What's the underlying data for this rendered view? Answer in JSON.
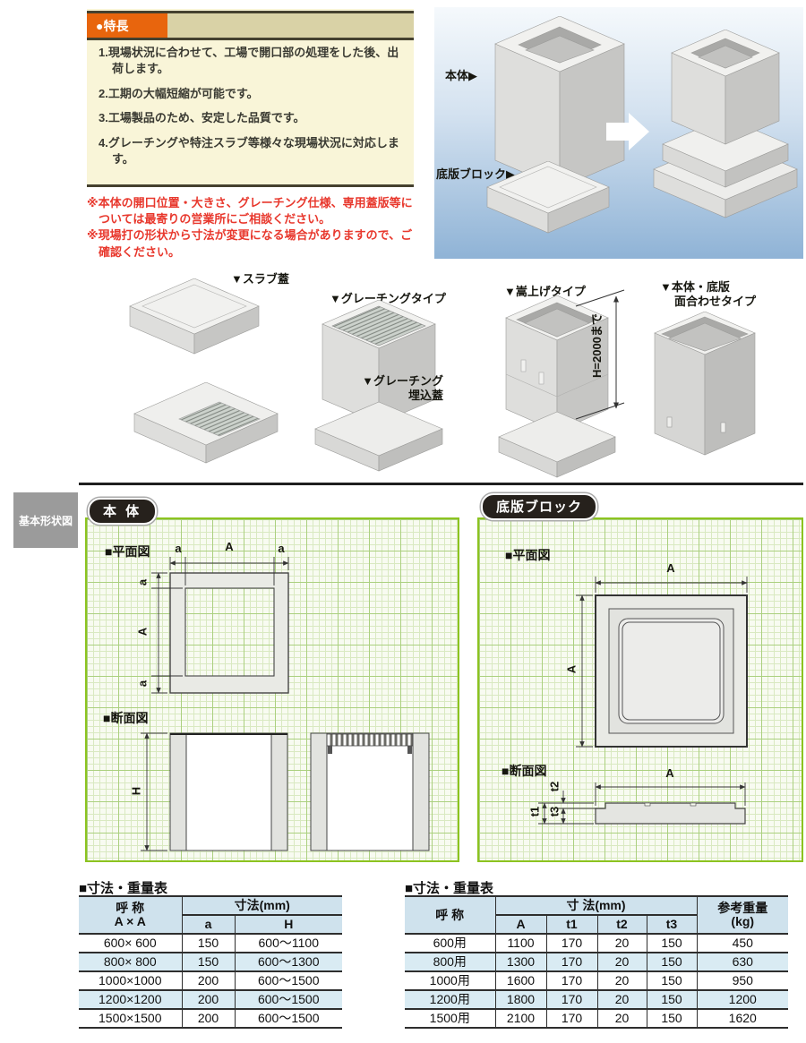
{
  "features": {
    "title": "●特長",
    "items": [
      "1.現場状況に合わせて、工場で開口部の処理をした後、出荷します。",
      "2.工期の大幅短縮が可能です。",
      "3.工場製品のため、安定した品質です。",
      "4.グレーチングや特注スラブ等様々な現場状況に対応します。"
    ]
  },
  "notes": [
    "※本体の開口位置・大きさ、グレーチング仕様、専用蓋版等については最寄りの営業所にご相談ください。",
    "※現場打の形状から寸法が変更になる場合がありますので、ご確認ください。"
  ],
  "hero": {
    "body_label": "本体▶",
    "base_label": "底版ブロック▶"
  },
  "variants": {
    "slab_cover": "▼スラブ蓋",
    "grating_type": "▼グレーチングタイプ",
    "grating_embedded_1": "▼グレーチング",
    "grating_embedded_2": "埋込蓋",
    "raised": "▼嵩上げタイプ",
    "raised_dim": "H=2000まで",
    "flush_1": "▼本体・底版",
    "flush_2": "面合わせタイプ"
  },
  "section_tab": "基本形状図",
  "panels": {
    "body": {
      "title": "本 体",
      "plan": "■平面図",
      "section": "■断面図",
      "dims": {
        "a": "a",
        "A": "A",
        "H": "H"
      }
    },
    "base": {
      "title": "底版ブロック",
      "plan": "■平面図",
      "section": "■断面図",
      "dims": {
        "A": "A",
        "t1": "t1",
        "t2": "t2",
        "t3": "t3"
      }
    }
  },
  "tables": {
    "body": {
      "title": "■寸法・重量表",
      "h_name_1": "呼  称",
      "h_name_2": "A × A",
      "h_dim": "寸法(mm)",
      "h_a": "a",
      "h_H": "H",
      "rows": [
        {
          "name": "600× 600",
          "a": "150",
          "H": "600〜1100"
        },
        {
          "name": "800× 800",
          "a": "150",
          "H": "600〜1300"
        },
        {
          "name": "1000×1000",
          "a": "200",
          "H": "600〜1500"
        },
        {
          "name": "1200×1200",
          "a": "200",
          "H": "600〜1500"
        },
        {
          "name": "1500×1500",
          "a": "200",
          "H": "600〜1500"
        }
      ]
    },
    "base": {
      "title": "■寸法・重量表",
      "h_name": "呼  称",
      "h_dim": "寸  法(mm)",
      "h_A": "A",
      "h_t1": "t1",
      "h_t2": "t2",
      "h_t3": "t3",
      "h_w1": "参考重量",
      "h_w2": "(kg)",
      "rows": [
        {
          "name": "600用",
          "A": "1100",
          "t1": "170",
          "t2": "20",
          "t3": "150",
          "w": "450"
        },
        {
          "name": "800用",
          "A": "1300",
          "t1": "170",
          "t2": "20",
          "t3": "150",
          "w": "630"
        },
        {
          "name": "1000用",
          "A": "1600",
          "t1": "170",
          "t2": "20",
          "t3": "150",
          "w": "950"
        },
        {
          "name": "1200用",
          "A": "1800",
          "t1": "170",
          "t2": "20",
          "t3": "150",
          "w": "1200"
        },
        {
          "name": "1500用",
          "A": "2100",
          "t1": "170",
          "t2": "20",
          "t3": "150",
          "w": "1620"
        }
      ]
    }
  },
  "colors": {
    "accent_orange": "#e8650d",
    "note_red": "#e8382d",
    "grid_green": "#8cc320",
    "table_blue": "#cfe2ed"
  }
}
